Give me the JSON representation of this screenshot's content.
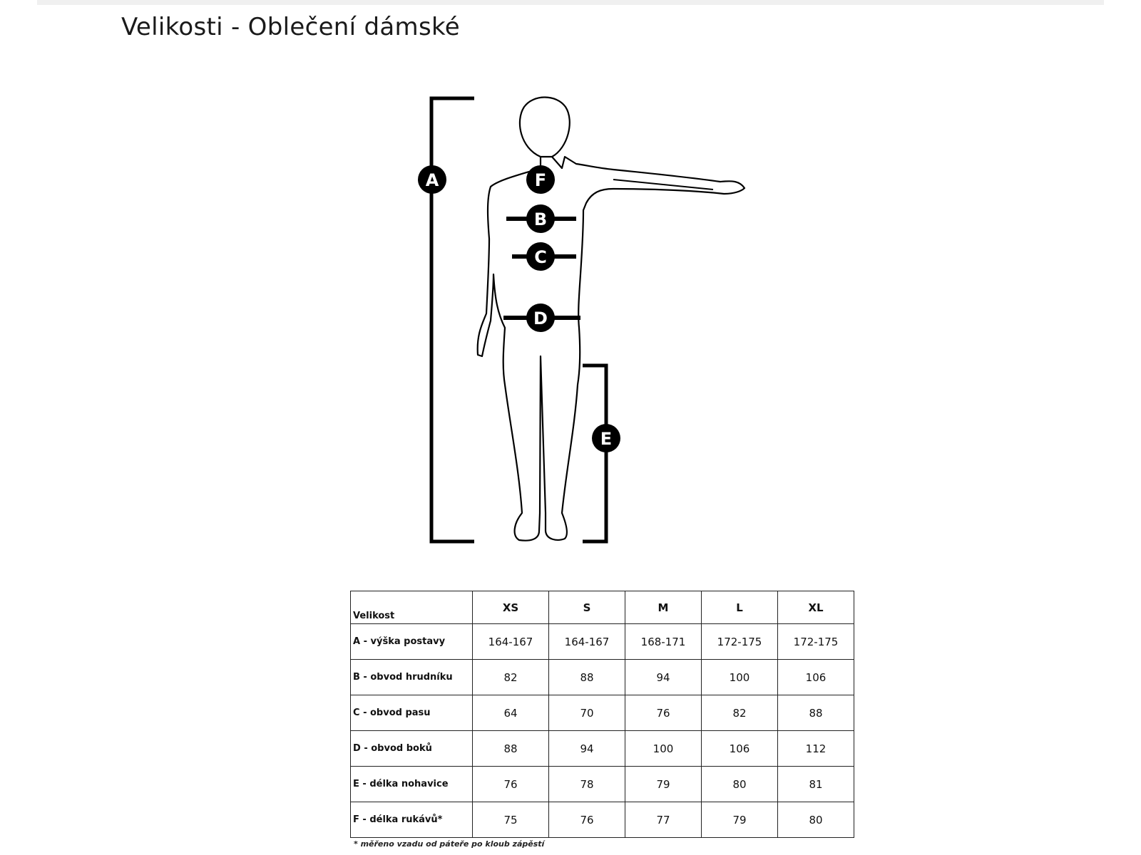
{
  "page": {
    "title": "Velikosti - Oblečení dámské"
  },
  "figure": {
    "markers": [
      "A",
      "B",
      "C",
      "D",
      "E",
      "F"
    ]
  },
  "size_table": {
    "corner_label": "Velikost",
    "sizes": [
      "XS",
      "S",
      "M",
      "L",
      "XL"
    ],
    "rows": [
      {
        "label": "A - výška postavy",
        "values": [
          "164-167",
          "164-167",
          "168-171",
          "172-175",
          "172-175"
        ]
      },
      {
        "label": "B - obvod hrudníku",
        "values": [
          "82",
          "88",
          "94",
          "100",
          "106"
        ]
      },
      {
        "label": "C - obvod pasu",
        "values": [
          "64",
          "70",
          "76",
          "82",
          "88"
        ]
      },
      {
        "label": "D - obvod boků",
        "values": [
          "88",
          "94",
          "100",
          "106",
          "112"
        ]
      },
      {
        "label": "E - délka nohavice",
        "values": [
          "76",
          "78",
          "79",
          "80",
          "81"
        ]
      },
      {
        "label": "F - délka rukávů*",
        "values": [
          "75",
          "76",
          "77",
          "79",
          "80"
        ]
      }
    ],
    "footnote": "* měřeno vzadu od páteře po kloub zápěstí"
  }
}
